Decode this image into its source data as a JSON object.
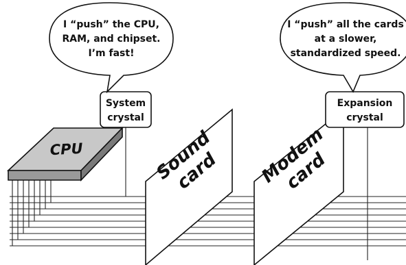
{
  "bubbles": {
    "system": {
      "line1": "I “push” the CPU,",
      "line2": "RAM, and chipset.",
      "line3": "I’m fast!"
    },
    "expansion": {
      "line1": "I “push” all the cards",
      "line2": "at a slower,",
      "line3": "standardized speed."
    }
  },
  "crystals": {
    "system": {
      "line1": "System",
      "line2": "crystal"
    },
    "expansion": {
      "line1": "Expansion",
      "line2": "crystal"
    }
  },
  "chip": {
    "label": "CPU"
  },
  "cards": {
    "sound": {
      "line1": "Sound",
      "line2": "card"
    },
    "modem": {
      "line1": "Modem",
      "line2": "card"
    }
  }
}
